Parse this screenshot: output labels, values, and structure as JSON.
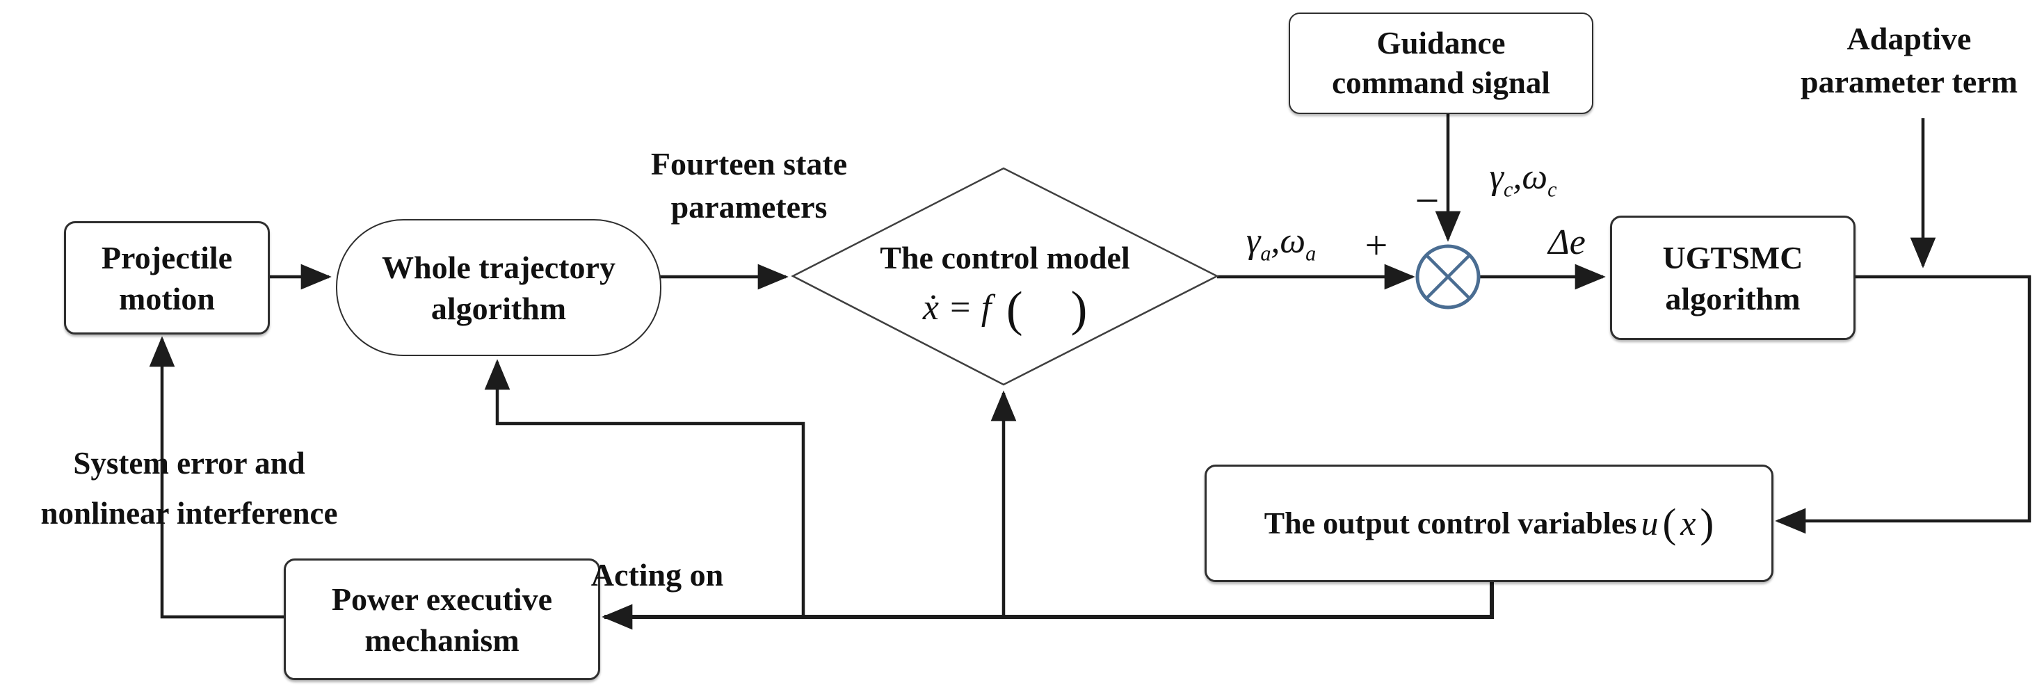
{
  "figure": {
    "background": "#ffffff",
    "line_color": "#1c1c1c",
    "box_border_color": "#2f2f2f",
    "junction_color": "#4a6d92"
  },
  "nodes": {
    "projectile": {
      "line1": "Projectile",
      "line2": "motion"
    },
    "trajectory": {
      "line1": "Whole trajectory",
      "line2": "algorithm"
    },
    "control_model": {
      "title": "The control model",
      "equation": {
        "lhs": "ẋ = f",
        "lparen": "(",
        "rparen": ")"
      }
    },
    "guidance": {
      "line1": "Guidance",
      "line2": "command signal"
    },
    "ugtsmc": {
      "line1": "UGTSMC",
      "line2": "algorithm"
    },
    "output": {
      "prefix": "The output control variables",
      "math_u": "u",
      "lparen": "(",
      "var_x": "x",
      "rparen": ")"
    },
    "power": {
      "line1": "Power executive",
      "line2": "mechanism"
    }
  },
  "labels": {
    "fourteen": {
      "line1": "Fourteen state",
      "line2": "parameters"
    },
    "adaptive": {
      "line1": "Adaptive",
      "line2": "parameter term"
    },
    "system_error": {
      "line1": "System error and",
      "line2": "nonlinear interference"
    },
    "acting_on": "Acting on",
    "gamma_a": {
      "base1": "γ",
      "sub1": "a",
      "sep": ",",
      "base2": "ω",
      "sub2": "a"
    },
    "gamma_c": {
      "base1": "γ",
      "sub1": "c",
      "sep": ",",
      "base2": "ω",
      "sub2": "c"
    },
    "plus": "+",
    "minus": "−",
    "delta_e": "Δe"
  }
}
